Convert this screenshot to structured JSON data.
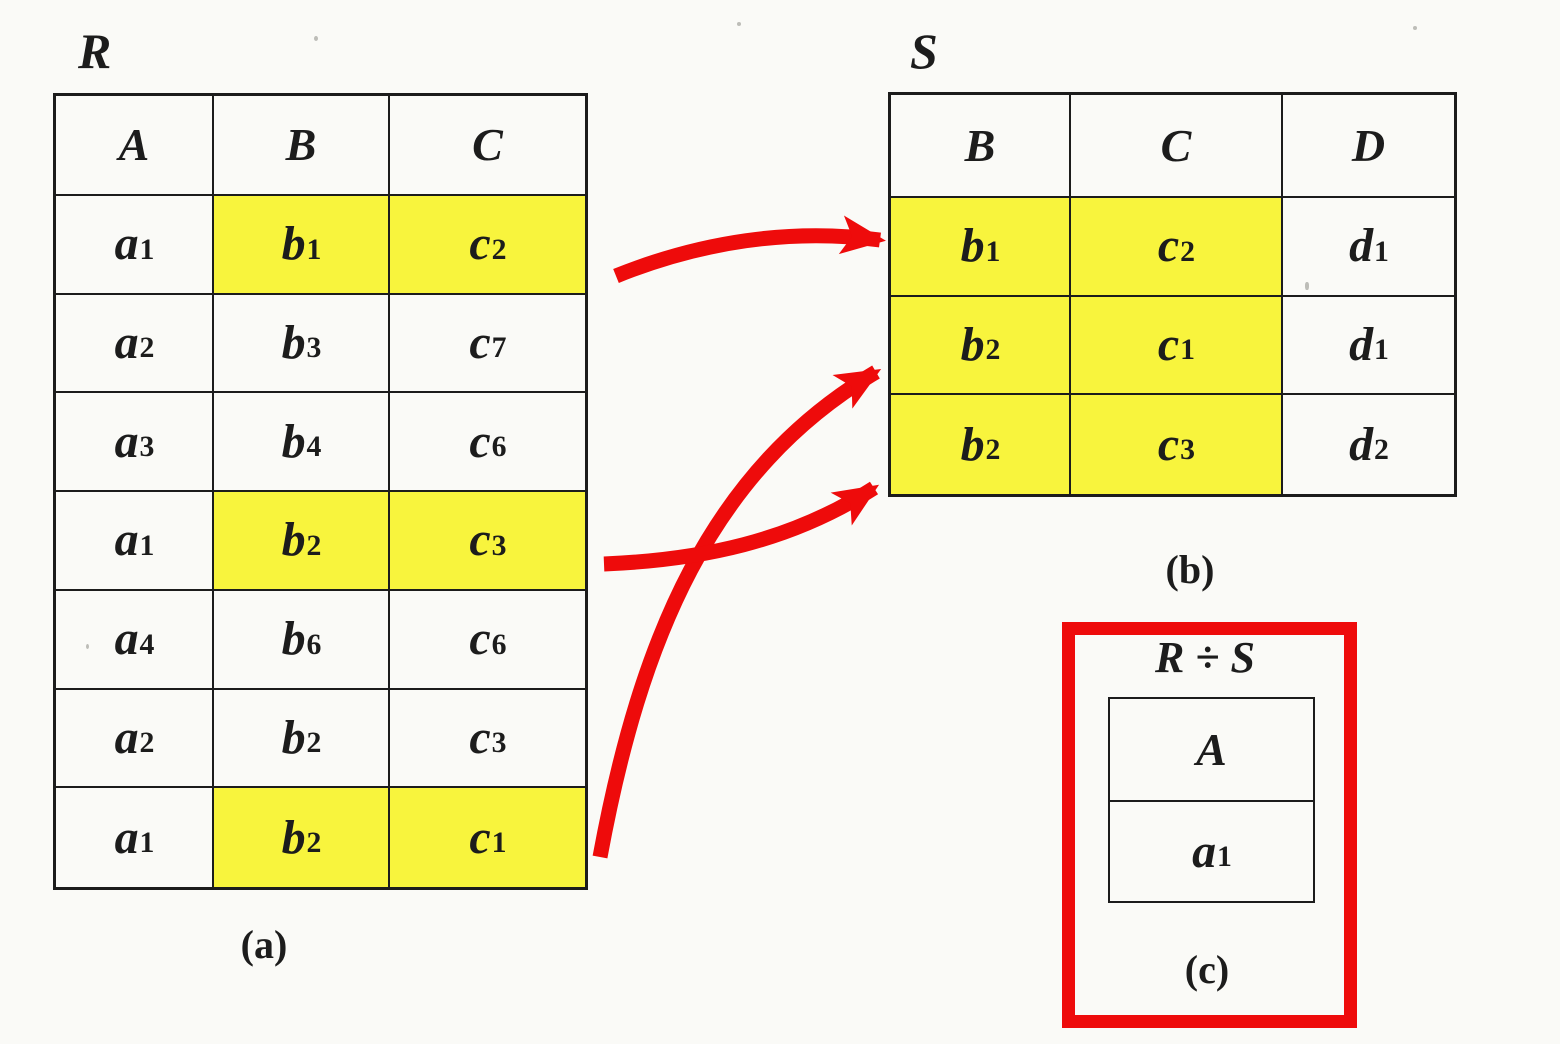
{
  "colors": {
    "highlight": "#f8f43d",
    "arrow_red": "#ee0b0b",
    "result_box_red": "#ee0b0b",
    "table_ink": "#1c1c1c"
  },
  "figure": {
    "r": {
      "label": "R",
      "caption": "(a)",
      "headers": [
        "A",
        "B",
        "C"
      ],
      "rows": [
        {
          "cells": [
            "a1",
            "b1",
            "c2"
          ],
          "highlight": [
            false,
            true,
            true
          ]
        },
        {
          "cells": [
            "a2",
            "b3",
            "c7"
          ],
          "highlight": [
            false,
            false,
            false
          ]
        },
        {
          "cells": [
            "a3",
            "b4",
            "c6"
          ],
          "highlight": [
            false,
            false,
            false
          ]
        },
        {
          "cells": [
            "a1",
            "b2",
            "c3"
          ],
          "highlight": [
            false,
            true,
            true
          ]
        },
        {
          "cells": [
            "a4",
            "b6",
            "c6"
          ],
          "highlight": [
            false,
            false,
            false
          ]
        },
        {
          "cells": [
            "a2",
            "b2",
            "c3"
          ],
          "highlight": [
            false,
            false,
            false
          ]
        },
        {
          "cells": [
            "a1",
            "b2",
            "c1"
          ],
          "highlight": [
            false,
            true,
            true
          ]
        }
      ]
    },
    "s": {
      "label": "S",
      "caption": "(b)",
      "headers": [
        "B",
        "C",
        "D"
      ],
      "rows": [
        {
          "cells": [
            "b1",
            "c2",
            "d1"
          ],
          "highlight": [
            true,
            true,
            false
          ]
        },
        {
          "cells": [
            "b2",
            "c1",
            "d1"
          ],
          "highlight": [
            true,
            true,
            false
          ]
        },
        {
          "cells": [
            "b2",
            "c3",
            "d2"
          ],
          "highlight": [
            true,
            true,
            false
          ]
        }
      ]
    },
    "result": {
      "label": "R ÷ S",
      "caption": "(c)",
      "headers": [
        "A"
      ],
      "rows": [
        {
          "cells": [
            "a1"
          ],
          "highlight": [
            false
          ]
        }
      ]
    },
    "arrows": [
      {
        "from": "R row (a1, b1, c2)",
        "to": "S row (b1, c2, d1)"
      },
      {
        "from": "R row (a1, b2, c1)",
        "to": "S row (b2, c1, d1)"
      },
      {
        "from": "R row (a1, b2, c3)",
        "to": "S row (b2, c3, d2)"
      }
    ]
  }
}
